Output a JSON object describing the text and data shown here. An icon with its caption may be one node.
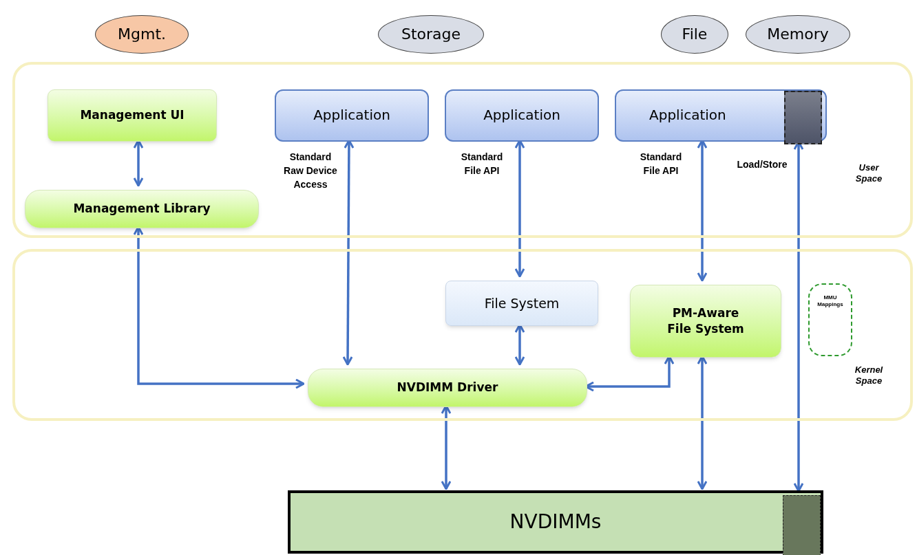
{
  "diagram": {
    "nodes": [
      {
        "text": [
          "Mgmt."
        ]
      },
      {
        "text": [
          "Storage"
        ]
      },
      {
        "text": [
          "File"
        ]
      },
      {
        "text": [
          "Memory"
        ]
      },
      {
        "text": [
          "User Space"
        ]
      },
      {
        "text": [
          "Management UI"
        ],
        "in": 4
      },
      {
        "text": [
          "Management Library"
        ],
        "in": 4
      },
      {
        "text": [
          "Application"
        ],
        "in": 4
      },
      {
        "text": [
          "Application"
        ],
        "in": 4
      },
      {
        "text": [
          "Application"
        ],
        "in": 4
      },
      {
        "text": [],
        "shape": "box",
        "in": 9
      },
      {
        "text": [
          "Kernel Space"
        ]
      },
      {
        "text": [
          "File System"
        ],
        "in": 11
      },
      {
        "text": [
          "PM-Aware File System"
        ],
        "in": 11
      },
      {
        "text": [
          "MMU Mappings"
        ],
        "in": 11
      },
      {
        "text": [
          "NVDIMM Driver"
        ],
        "in": 11
      },
      {
        "text": [
          "NVDIMMs"
        ]
      },
      {
        "text": [],
        "shape": "box",
        "in": 16
      }
    ],
    "edges": [
      {
        "from": 5,
        "to": 6,
        "arrow": "both"
      },
      {
        "from": 6,
        "to": 15,
        "arrow": "both"
      },
      {
        "from": 7,
        "to": 15,
        "arrow": "both",
        "label": "Standard Raw Device Access"
      },
      {
        "from": 8,
        "to": 12,
        "arrow": "both",
        "label": "Standard File API"
      },
      {
        "from": 12,
        "to": 15,
        "arrow": "both"
      },
      {
        "from": 9,
        "to": 13,
        "arrow": "both",
        "label": "Standard File API"
      },
      {
        "from": 15,
        "to": 13,
        "arrow": "both"
      },
      {
        "from": 15,
        "to": 16,
        "arrow": "both"
      },
      {
        "from": 13,
        "to": 16,
        "arrow": "both"
      },
      {
        "from": 10,
        "to": 17,
        "arrow": "both",
        "label": "Load/Store"
      }
    ]
  }
}
